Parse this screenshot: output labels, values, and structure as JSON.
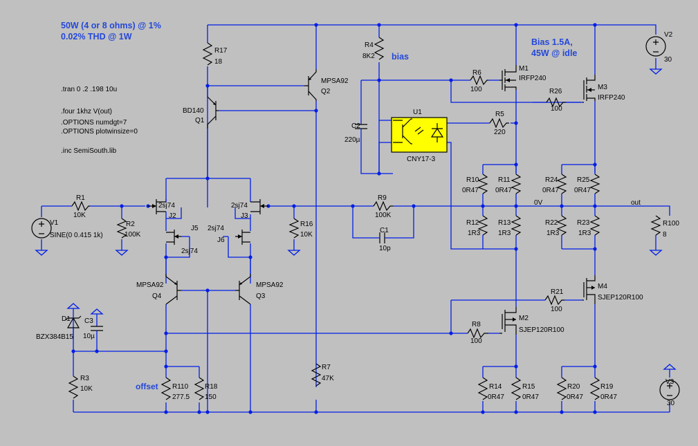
{
  "notes": {
    "title1": "50W (4 or 8 ohms) @ 1%",
    "title2": "0.02% THD @ 1W",
    "bias_a": "Bias 1.5A,",
    "bias_b": "45W @ idle",
    "bias_label": "bias",
    "offset_label": "offset"
  },
  "directives": [
    ".tran 0 .2 .198 10u",
    ".four 1khz V(out)",
    ".OPTIONS numdgt=7",
    ".OPTIONS plotwinsize=0",
    ".inc SemiSouth.lib"
  ],
  "nets": {
    "zero": "0V",
    "out": "out"
  },
  "components": {
    "R17": {
      "ref": "R17",
      "value": "18"
    },
    "R4": {
      "ref": "R4",
      "value": "8K2"
    },
    "V2": {
      "ref": "V2",
      "value": "30"
    },
    "V3": {
      "ref": "V3",
      "value": "30"
    },
    "Q2": {
      "ref": "Q2",
      "value": "MPSA92"
    },
    "Q1": {
      "ref": "Q1",
      "value": "BD140"
    },
    "M1": {
      "ref": "M1",
      "value": "IRFP240"
    },
    "M3": {
      "ref": "M3",
      "value": "IRFP240"
    },
    "M2": {
      "ref": "M2",
      "value": "SJEP120R100"
    },
    "M4": {
      "ref": "M4",
      "value": "SJEP120R100"
    },
    "R6": {
      "ref": "R6",
      "value": "100"
    },
    "R26": {
      "ref": "R26",
      "value": "100"
    },
    "R5": {
      "ref": "R5",
      "value": "220"
    },
    "U1": {
      "ref": "U1",
      "value": "CNY17-3"
    },
    "C2": {
      "ref": "C2",
      "value": "220µ"
    },
    "R10": {
      "ref": "R10",
      "value": "0R47"
    },
    "R11": {
      "ref": "R11",
      "value": "0R47"
    },
    "R24": {
      "ref": "R24",
      "value": "0R47"
    },
    "R25": {
      "ref": "R25",
      "value": "0R47"
    },
    "R12": {
      "ref": "R12",
      "value": "1R3"
    },
    "R13": {
      "ref": "R13",
      "value": "1R3"
    },
    "R22": {
      "ref": "R22",
      "value": "1R3"
    },
    "R23": {
      "ref": "R23",
      "value": "1R3"
    },
    "R100": {
      "ref": "R100",
      "value": "8"
    },
    "R1": {
      "ref": "R1",
      "value": "10K"
    },
    "R2": {
      "ref": "R2",
      "value": "100K"
    },
    "V1": {
      "ref": "V1",
      "value": "SINE(0 0.415 1k)"
    },
    "J2": {
      "ref": "J2",
      "value": "2sj74"
    },
    "J3": {
      "ref": "J3",
      "value": "2sj74"
    },
    "J5": {
      "ref": "J5",
      "value": "2sj74"
    },
    "J6": {
      "ref": "J6",
      "value": "2sj74"
    },
    "R16": {
      "ref": "R16",
      "value": "10K"
    },
    "R9": {
      "ref": "R9",
      "value": "100K"
    },
    "C1": {
      "ref": "C1",
      "value": "10p"
    },
    "Q4": {
      "ref": "Q4",
      "value": "MPSA92"
    },
    "Q3": {
      "ref": "Q3",
      "value": "MPSA92"
    },
    "D1": {
      "ref": "D1",
      "value": "BZX384B15"
    },
    "C3": {
      "ref": "C3",
      "value": "10µ"
    },
    "R3": {
      "ref": "R3",
      "value": "10K"
    },
    "R110": {
      "ref": "R110",
      "value": "277.5"
    },
    "R18": {
      "ref": "R18",
      "value": "150"
    },
    "R7": {
      "ref": "R7",
      "value": "47K"
    },
    "R21": {
      "ref": "R21",
      "value": "100"
    },
    "R8": {
      "ref": "R8",
      "value": "100"
    },
    "R14": {
      "ref": "R14",
      "value": "0R47"
    },
    "R15": {
      "ref": "R15",
      "value": "0R47"
    },
    "R20": {
      "ref": "R20",
      "value": "0R47"
    },
    "R19": {
      "ref": "R19",
      "value": "0R47"
    }
  },
  "colors": {
    "background": "#c0c0c0",
    "wire": "#001ee6",
    "note": "#2448d8"
  }
}
